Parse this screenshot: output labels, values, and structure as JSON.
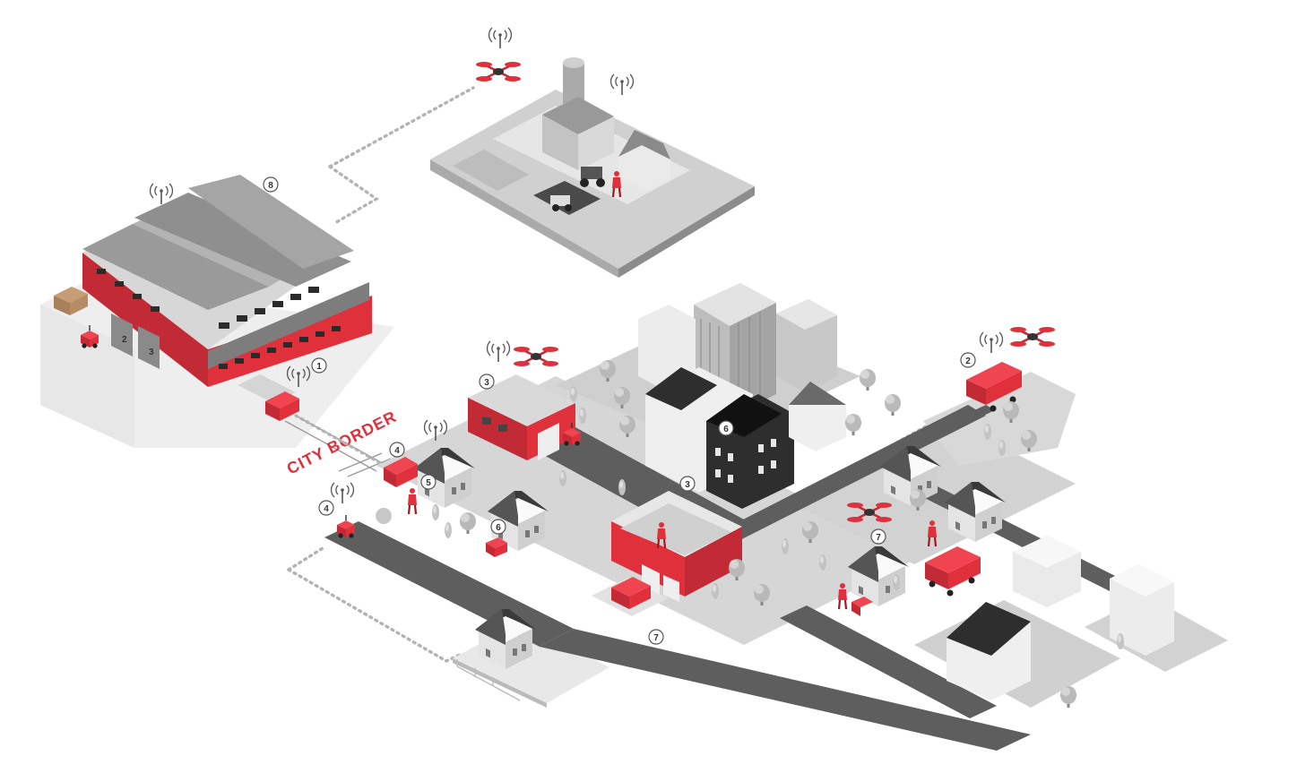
{
  "colors": {
    "accent": "#e0303c",
    "accent_dark": "#a4151f",
    "road": "#5e5e5e",
    "ground": "#c9c9c9",
    "ground_light": "#e2e2e2",
    "building_light": "#f0f0f0",
    "building_mid": "#a9a9a9",
    "building_dark": "#2e2e2e"
  },
  "labels": {
    "city_border": "CITY BORDER"
  },
  "markers": [
    {
      "id": "warehouse-marker",
      "num": "8"
    },
    {
      "id": "freight-cart-marker",
      "num": "1"
    },
    {
      "id": "truck-marker",
      "num": "2"
    },
    {
      "id": "fire-station-marker",
      "num": "3"
    },
    {
      "id": "shop-marker",
      "num": "3"
    },
    {
      "id": "robot-marker",
      "num": "4"
    },
    {
      "id": "street-drone-marker",
      "num": "4"
    },
    {
      "id": "house-courier-marker",
      "num": "5"
    },
    {
      "id": "house-parcel-marker",
      "num": "6"
    },
    {
      "id": "mansion-marker",
      "num": "6"
    },
    {
      "id": "rail-container-marker",
      "num": "7"
    },
    {
      "id": "cart-marker",
      "num": "7"
    }
  ]
}
